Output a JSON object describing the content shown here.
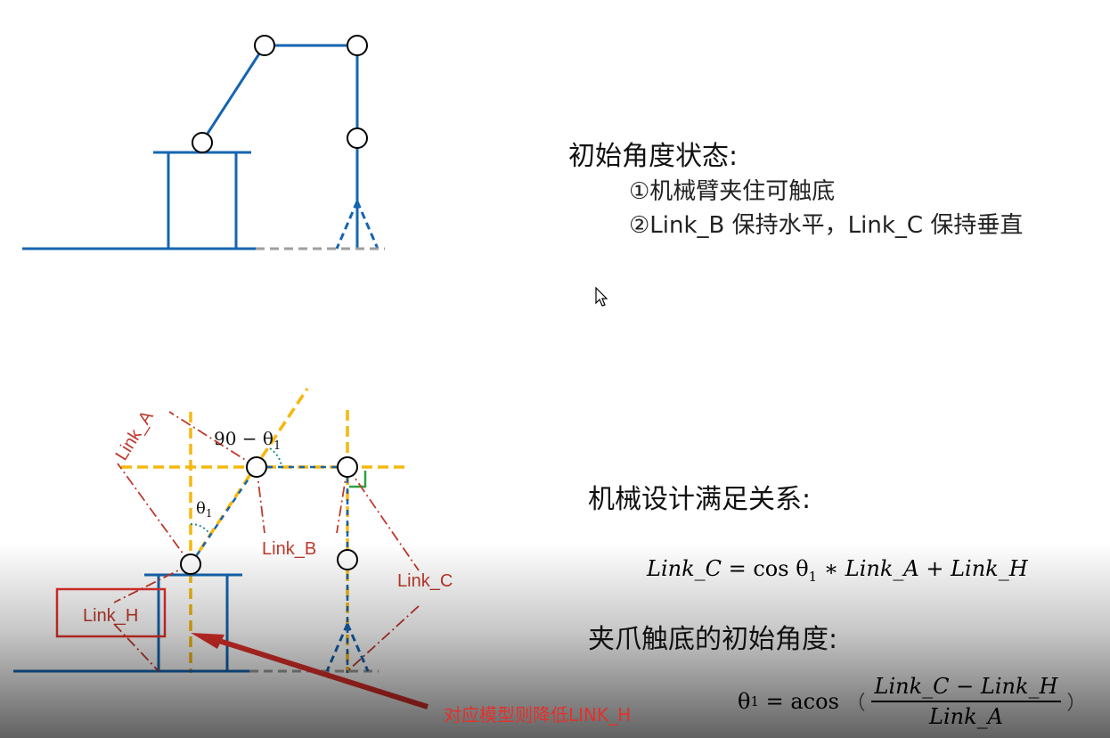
{
  "right_panel": {
    "heading_initial": "初始角度状态:",
    "condition_1": "①机械臂夹住可触底",
    "condition_2": "②Link_B 保持水平，Link_C 保持垂直",
    "heading_relation": "机械设计满足关系:",
    "formula_1_lhs": "Link_C",
    "formula_1_eq": " = ",
    "formula_1_cos": "cos θ",
    "formula_1_sub": "1",
    "formula_1_rest": " ∗ Link_A  +  Link_H",
    "heading_angle": "夹爪触底的初始角度:",
    "formula_2_theta": "θ",
    "formula_2_sub": "1",
    "formula_2_eq": " = acos ",
    "formula_2_open": "（",
    "formula_2_num": "Link_C − Link_H",
    "formula_2_den": "Link_A",
    "formula_2_close": "）"
  },
  "annotations": {
    "note_lower_link_h": "对应模型则降低LINK_H",
    "label_link_a": "Link_A",
    "label_link_b": "Link_B",
    "label_link_c": "Link_C",
    "label_link_h": "Link_H",
    "label_angle_90": "90 − θ",
    "label_angle_90_sub": "1",
    "label_theta": "θ",
    "label_theta_sub": "1"
  },
  "colors": {
    "link_blue": "#1565b0",
    "guide_yellow": "#f5b80f",
    "dim_red": "#c0392b",
    "highlight_red": "#e3312b",
    "ground_gray": "#9e9e9e",
    "right_angle_green": "#2ea043"
  }
}
